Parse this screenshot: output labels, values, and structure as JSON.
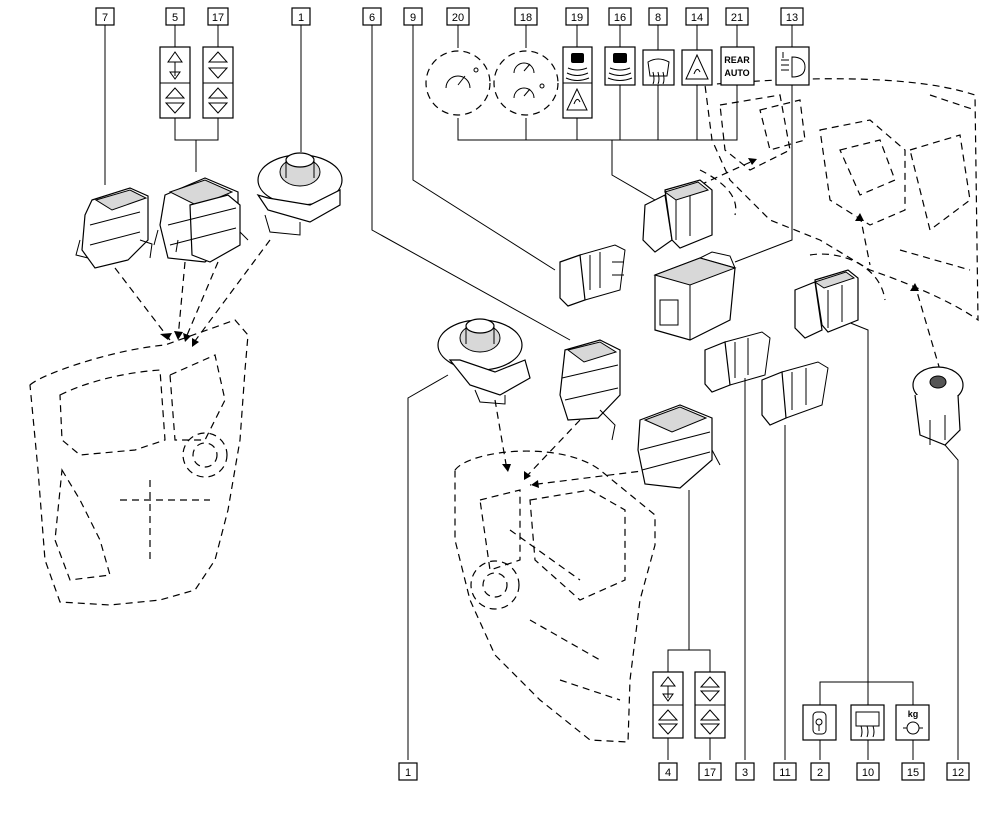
{
  "callouts": {
    "c7": "7",
    "c5": "5",
    "c17a": "17",
    "c1a": "1",
    "c6": "6",
    "c9": "9",
    "c20": "20",
    "c18": "18",
    "c19": "19",
    "c16": "16",
    "c8": "8",
    "c14": "14",
    "c21": "21",
    "c13": "13",
    "c1b": "1",
    "c4": "4",
    "c17b": "17",
    "c3": "3",
    "c11": "11",
    "c2": "2",
    "c10": "10",
    "c15": "15",
    "c12": "12"
  },
  "symbols": {
    "rear_auto_line1": "REAR",
    "rear_auto_line2": "AUTO",
    "kg": "kg"
  },
  "icons": [
    "window-up-down-icon",
    "window-up-down-icon",
    "rpm-gauge-icon",
    "speedometer-icon",
    "parking-sensor-icon",
    "hazard-warning-icon",
    "rear-defrost-icon",
    "headlamp-level-icon",
    "child-lock-icon",
    "load-level-icon"
  ]
}
